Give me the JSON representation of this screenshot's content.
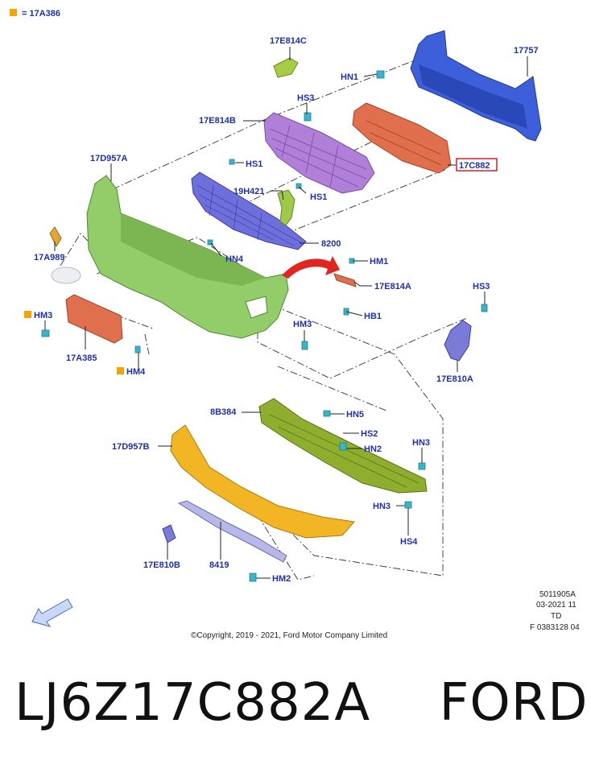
{
  "legend": {
    "marker_color": "#f5a300",
    "text": "= 17A386"
  },
  "labels": {
    "p17E814C": "17E814C",
    "p17757": "17757",
    "pHN1": "HN1",
    "pHS3a": "HS3",
    "p17E814B": "17E814B",
    "p17C882": "17C882",
    "p17D957A": "17D957A",
    "pHS1a": "HS1",
    "p19H421": "19H421",
    "pHS1b": "HS1",
    "p8200": "8200",
    "p17A989": "17A989",
    "pHN4": "HN4",
    "pHM1": "HM1",
    "p17E814A": "17E814A",
    "pHB1": "HB1",
    "pHS3b": "HS3",
    "pHM3a": "HM3",
    "pHM3b": "HM3",
    "p17A385": "17A385",
    "pHM4": "HM4",
    "p17E810A": "17E810A",
    "p8B384": "8B384",
    "pHN5": "HN5",
    "pHS2": "HS2",
    "pHN2": "HN2",
    "pHN3a": "HN3",
    "p17D957B": "17D957B",
    "pHN3b": "HN3",
    "pHS4": "HS4",
    "p17E810B": "17E810B",
    "p8419": "8419",
    "pHM2": "HM2"
  },
  "meta": {
    "code1": "5011905A",
    "code2": "03-2021 11",
    "code3": "TD",
    "code4": "F 0383128 04",
    "copyright": "©Copyright, 2019 - 2021, Ford Motor Company Limited"
  },
  "footer": "LJ6Z17C882A    FORD",
  "colors": {
    "reinforcement": "#3d5fd9",
    "absorber": "#e06f4e",
    "upper_grille": "#b07fd8",
    "lower_grille": "#6f6fdc",
    "bumper_cover": "#93cd6a",
    "deflector": "#c1d94f",
    "underbody_shield": "#8fae2e",
    "lower_spoiler": "#f2b523",
    "highlight": "#d0212a",
    "label": "#1f2fb0",
    "fastener": "#39b5c9",
    "arrow": "#e2261f"
  }
}
